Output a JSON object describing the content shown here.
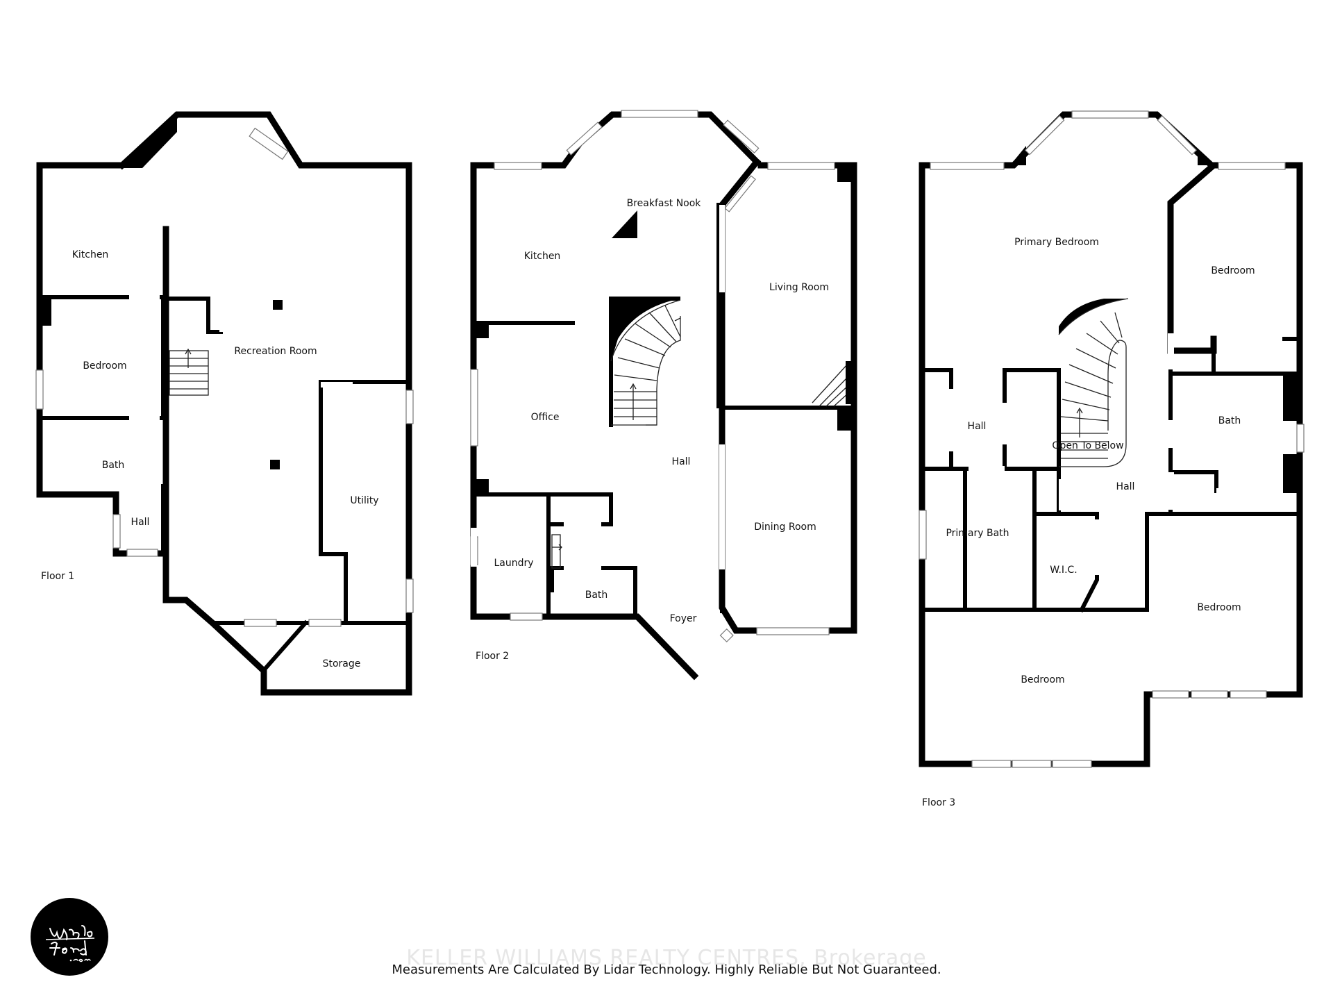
{
  "floors": [
    {
      "label": "Floor 1",
      "rooms": [
        "Kitchen",
        "Recreation Room",
        "Bedroom",
        "Bath",
        "Hall",
        "Utility",
        "Storage"
      ]
    },
    {
      "label": "Floor 2",
      "rooms": [
        "Breakfast Nook",
        "Kitchen",
        "Living Room",
        "Office",
        "Hall",
        "Dining Room",
        "Laundry",
        "Bath",
        "Foyer"
      ]
    },
    {
      "label": "Floor 3",
      "rooms": [
        "Primary Bedroom",
        "Bedroom",
        "Hall",
        "Open To Below",
        "Bath",
        "Hall",
        "Primary Bath",
        "W.I.C.",
        "Bedroom",
        "Bedroom"
      ]
    }
  ],
  "footer": {
    "brokerage": "KELLER WILLIAMS REALTY CENTRES, Brokerage",
    "disclaimer": "Measurements Are Calculated By Lidar Technology. Highly Reliable But Not Guaranteed."
  },
  "logo": {
    "icon": "wylie-ford-logo"
  }
}
